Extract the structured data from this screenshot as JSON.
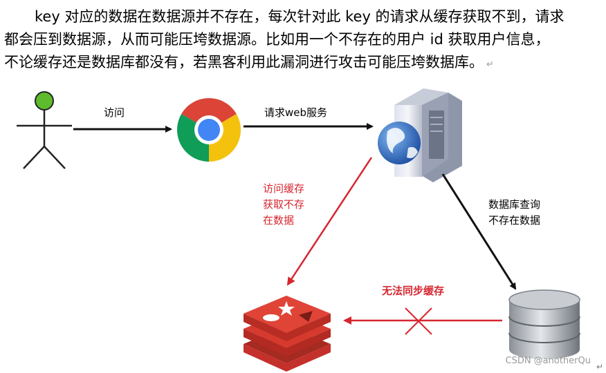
{
  "paragraph": {
    "line1": "key 对应的数据在数据源并不存在，每次针对此 key 的请求从缓存获取不到，请求",
    "line2": "都会压到数据源，从而可能压垮数据源。比如用一个不存在的用户 id 获取用户信息，",
    "line3": "不论缓存还是数据库都没有，若黑客利用此漏洞进行攻击可能压垮数据库。",
    "return_mark": "↵"
  },
  "labels": {
    "visit": "访问",
    "request_web": "请求web服务",
    "cache_miss": [
      "访问缓存",
      "获取不存",
      "在数据"
    ],
    "db_query": [
      "数据库查询",
      "不存在数据"
    ],
    "no_sync": "无法同步缓存"
  },
  "watermark": "CSDN @anotherQu",
  "corner_mark": "↵",
  "colors": {
    "black_arrow": "#111111",
    "red_arrow": "#d6262f",
    "redis_red": "#d63a2f",
    "server_blue": "#2f62b8"
  },
  "icons": {
    "user": "stick-figure-icon",
    "browser": "chrome-icon",
    "server": "web-server-icon",
    "cache": "redis-icon",
    "database": "database-icon"
  }
}
